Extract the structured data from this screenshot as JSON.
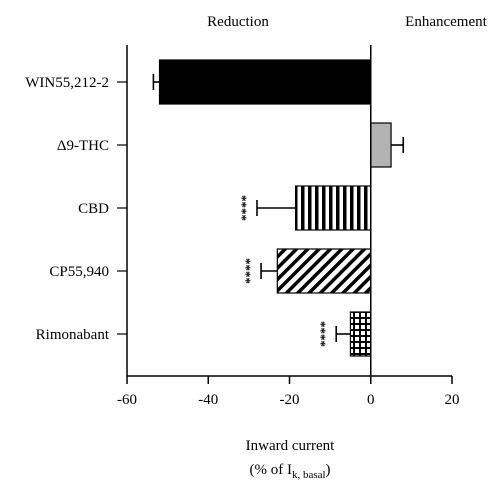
{
  "chart_data": {
    "type": "bar",
    "orientation": "horizontal",
    "categories": [
      "WIN55,212-2",
      "Δ9-THC",
      "CBD",
      "CP55,940",
      "Rimonabant"
    ],
    "values": [
      -52,
      5,
      -18.5,
      -23,
      -5
    ],
    "errors": [
      1.5,
      3,
      9.5,
      4,
      3.5
    ],
    "significance": [
      "",
      "",
      "****",
      "****",
      "****"
    ],
    "patterns": [
      "solid",
      "gray",
      "vertical",
      "diagonal",
      "grid"
    ],
    "region_labels": {
      "left": "Reduction",
      "right": "Enhancement"
    },
    "xlabel_main": "Inward current",
    "xlabel_paren_open": "(% of I",
    "xlabel_sub": "k, basal",
    "xlabel_paren_close": ")",
    "xlim": [
      -60,
      20
    ],
    "xticks": [
      -60,
      -40,
      -20,
      0,
      20
    ],
    "grid": false,
    "colors": {
      "solid": "#000000",
      "gray": "#b3b3b3",
      "stroke": "#000000"
    }
  }
}
